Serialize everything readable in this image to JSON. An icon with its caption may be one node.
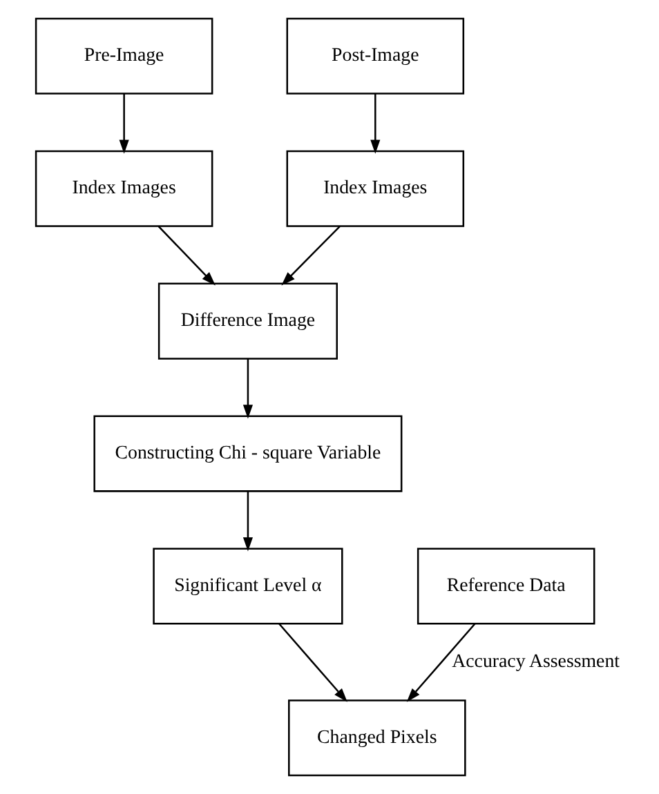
{
  "diagram": {
    "nodes": [
      {
        "text": [
          "Pre-Image"
        ]
      },
      {
        "text": [
          "Post-Image"
        ]
      },
      {
        "text": [
          "Index Images"
        ]
      },
      {
        "text": [
          "Index Images"
        ]
      },
      {
        "text": [
          "Difference Image"
        ]
      },
      {
        "text": [
          "Constructing Chi - square Variable"
        ]
      },
      {
        "text": [
          "Significant Level α"
        ]
      },
      {
        "text": [
          "Reference Data"
        ]
      },
      {
        "text": [
          "Changed Pixels"
        ]
      }
    ],
    "edges": [
      {
        "from": 0,
        "to": 2,
        "arrow": "to"
      },
      {
        "from": 1,
        "to": 3,
        "arrow": "to"
      },
      {
        "from": 2,
        "to": 4,
        "arrow": "to"
      },
      {
        "from": 3,
        "to": 4,
        "arrow": "to"
      },
      {
        "from": 4,
        "to": 5,
        "arrow": "to"
      },
      {
        "from": 5,
        "to": 6,
        "arrow": "to"
      },
      {
        "from": 6,
        "to": 8,
        "arrow": "to"
      },
      {
        "from": 7,
        "to": 8,
        "arrow": "to",
        "label": "Accuracy Assessment"
      }
    ]
  }
}
